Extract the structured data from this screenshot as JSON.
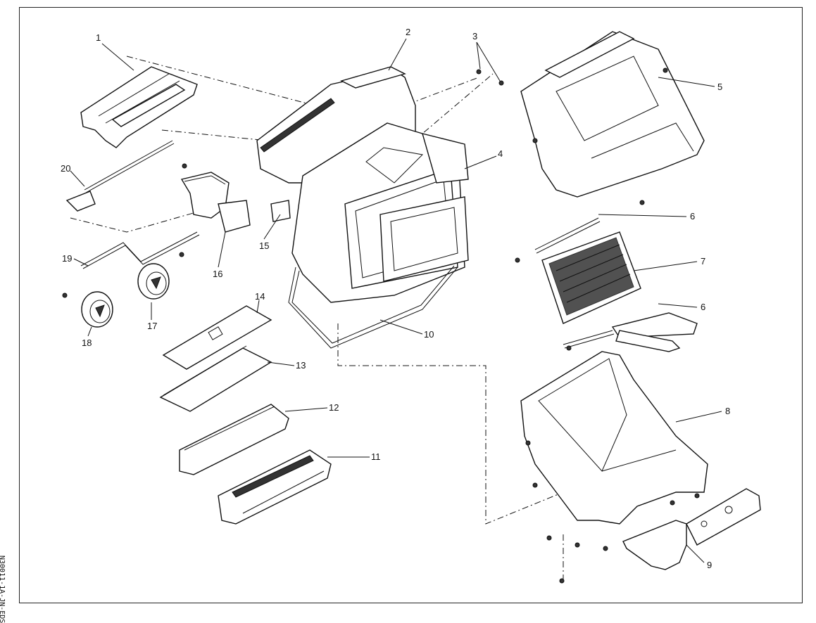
{
  "diagram": {
    "callouts": [
      "1",
      "2",
      "3",
      "4",
      "5",
      "6",
      "7",
      "6",
      "8",
      "9",
      "10",
      "11",
      "12",
      "13",
      "14",
      "15",
      "16",
      "17",
      "18",
      "19",
      "20"
    ],
    "reference_code": "N30011-1A-JN-EDS"
  }
}
